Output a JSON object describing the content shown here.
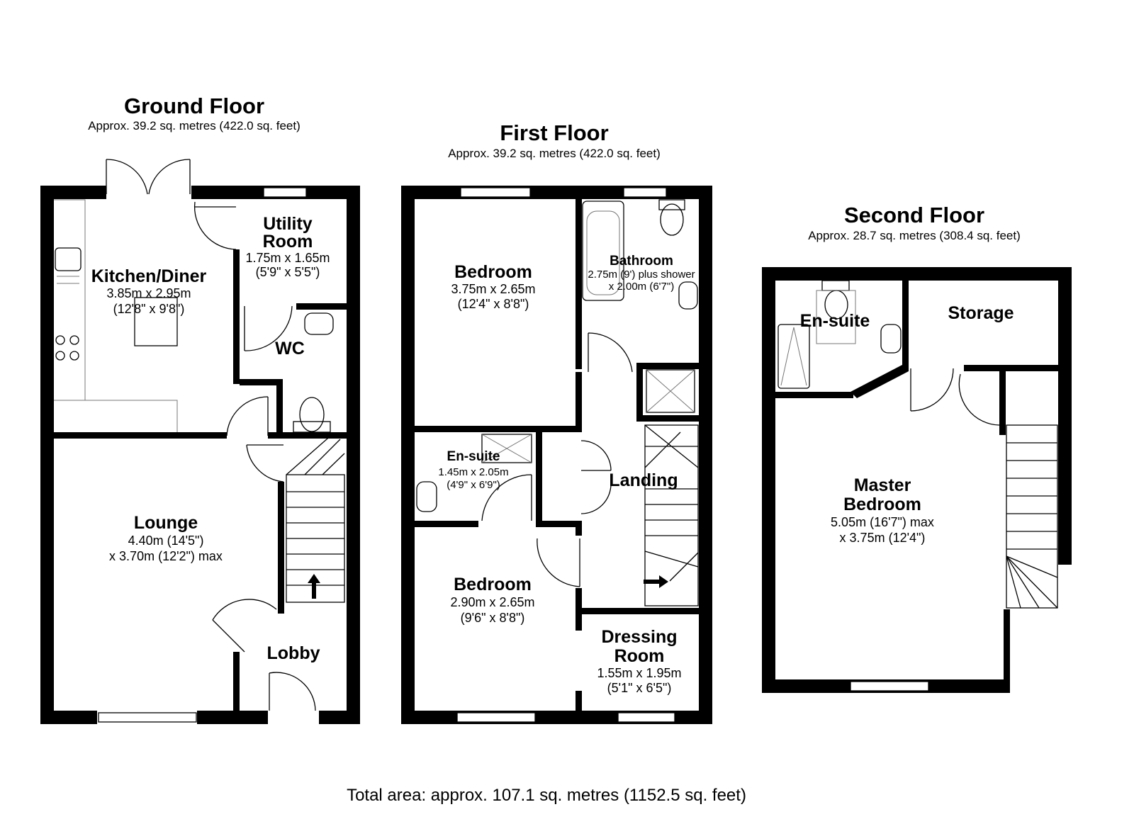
{
  "floors": {
    "ground": {
      "title": "Ground Floor",
      "area": "Approx. 39.2 sq. metres (422.0 sq. feet)",
      "rooms": {
        "kitchen": {
          "name": "Kitchen/Diner",
          "dim1": "3.85m x 2.95m",
          "dim2": "(12'8\" x 9'8\")"
        },
        "utility": {
          "name1": "Utility",
          "name2": "Room",
          "dim1": "1.75m x 1.65m",
          "dim2": "(5'9\" x 5'5\")"
        },
        "wc": {
          "name": "WC"
        },
        "lounge": {
          "name": "Lounge",
          "dim1": "4.40m (14'5\")",
          "dim2": "x 3.70m (12'2\") max"
        },
        "lobby": {
          "name": "Lobby"
        }
      }
    },
    "first": {
      "title": "First Floor",
      "area": "Approx. 39.2 sq. metres (422.0 sq. feet)",
      "rooms": {
        "bedroom1": {
          "name": "Bedroom",
          "dim1": "3.75m x 2.65m",
          "dim2": "(12'4\" x 8'8\")"
        },
        "bathroom": {
          "name": "Bathroom",
          "dim1": "2.75m (9') plus shower",
          "dim2": "x 2.00m (6'7\")"
        },
        "ensuite": {
          "name": "En-suite",
          "dim1": "1.45m x 2.05m",
          "dim2": "(4'9\" x 6'9\")"
        },
        "landing": {
          "name": "Landing"
        },
        "bedroom2": {
          "name": "Bedroom",
          "dim1": "2.90m x 2.65m",
          "dim2": "(9'6\" x 8'8\")"
        },
        "dressing": {
          "name1": "Dressing",
          "name2": "Room",
          "dim1": "1.55m x 1.95m",
          "dim2": "(5'1\" x 6'5\")"
        }
      }
    },
    "second": {
      "title": "Second Floor",
      "area": "Approx. 28.7 sq. metres (308.4 sq. feet)",
      "rooms": {
        "ensuite": {
          "name": "En-suite"
        },
        "storage": {
          "name": "Storage"
        },
        "master": {
          "name1": "Master",
          "name2": "Bedroom",
          "dim1": "5.05m (16'7\") max",
          "dim2": "x 3.75m (12'4\")"
        }
      }
    }
  },
  "total": "Total area: approx. 107.1 sq. metres (1152.5 sq. feet)"
}
